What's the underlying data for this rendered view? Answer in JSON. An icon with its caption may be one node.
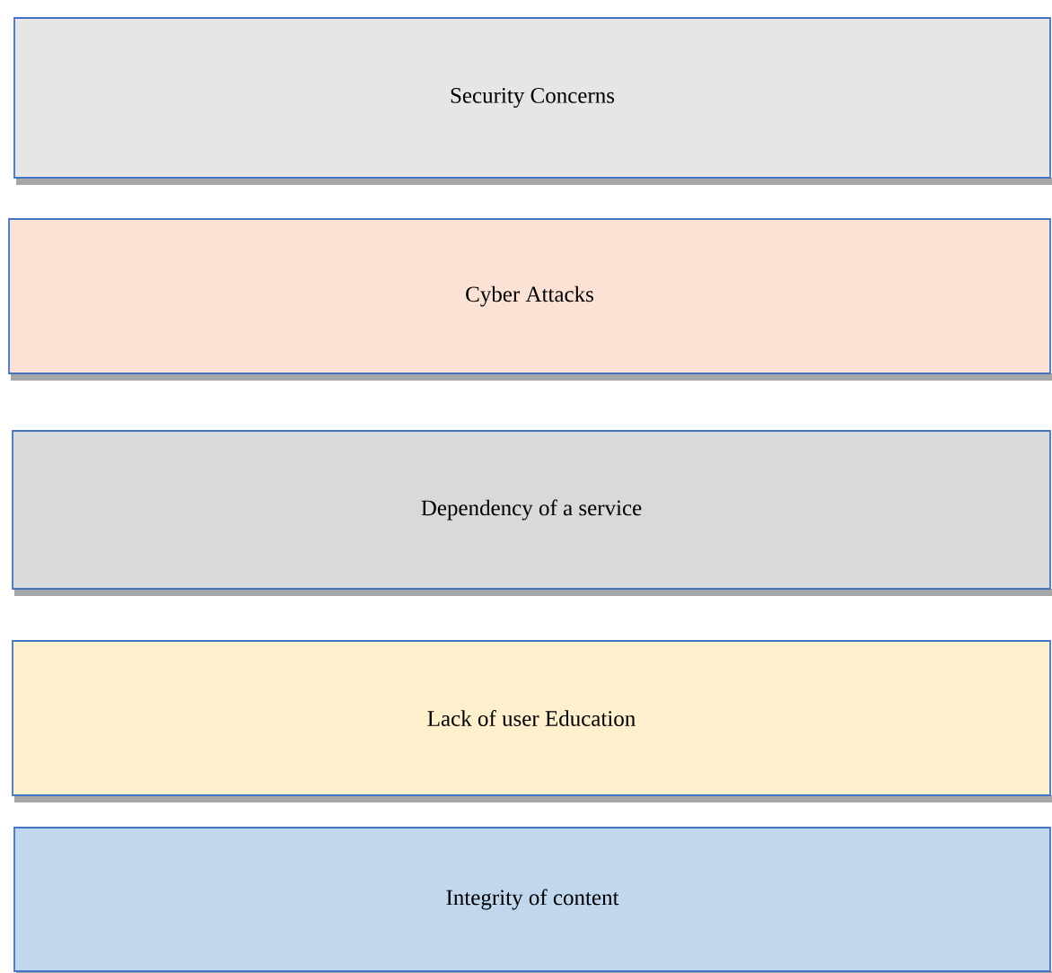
{
  "diagram": {
    "nodes": [
      {
        "text": [
          "Security Concerns"
        ]
      },
      {
        "text": [
          "Cyber Attacks"
        ]
      },
      {
        "text": [
          "Dependency of a service"
        ]
      },
      {
        "text": [
          "Lack of user Education"
        ]
      },
      {
        "text": [
          "Integrity of content"
        ]
      }
    ]
  }
}
